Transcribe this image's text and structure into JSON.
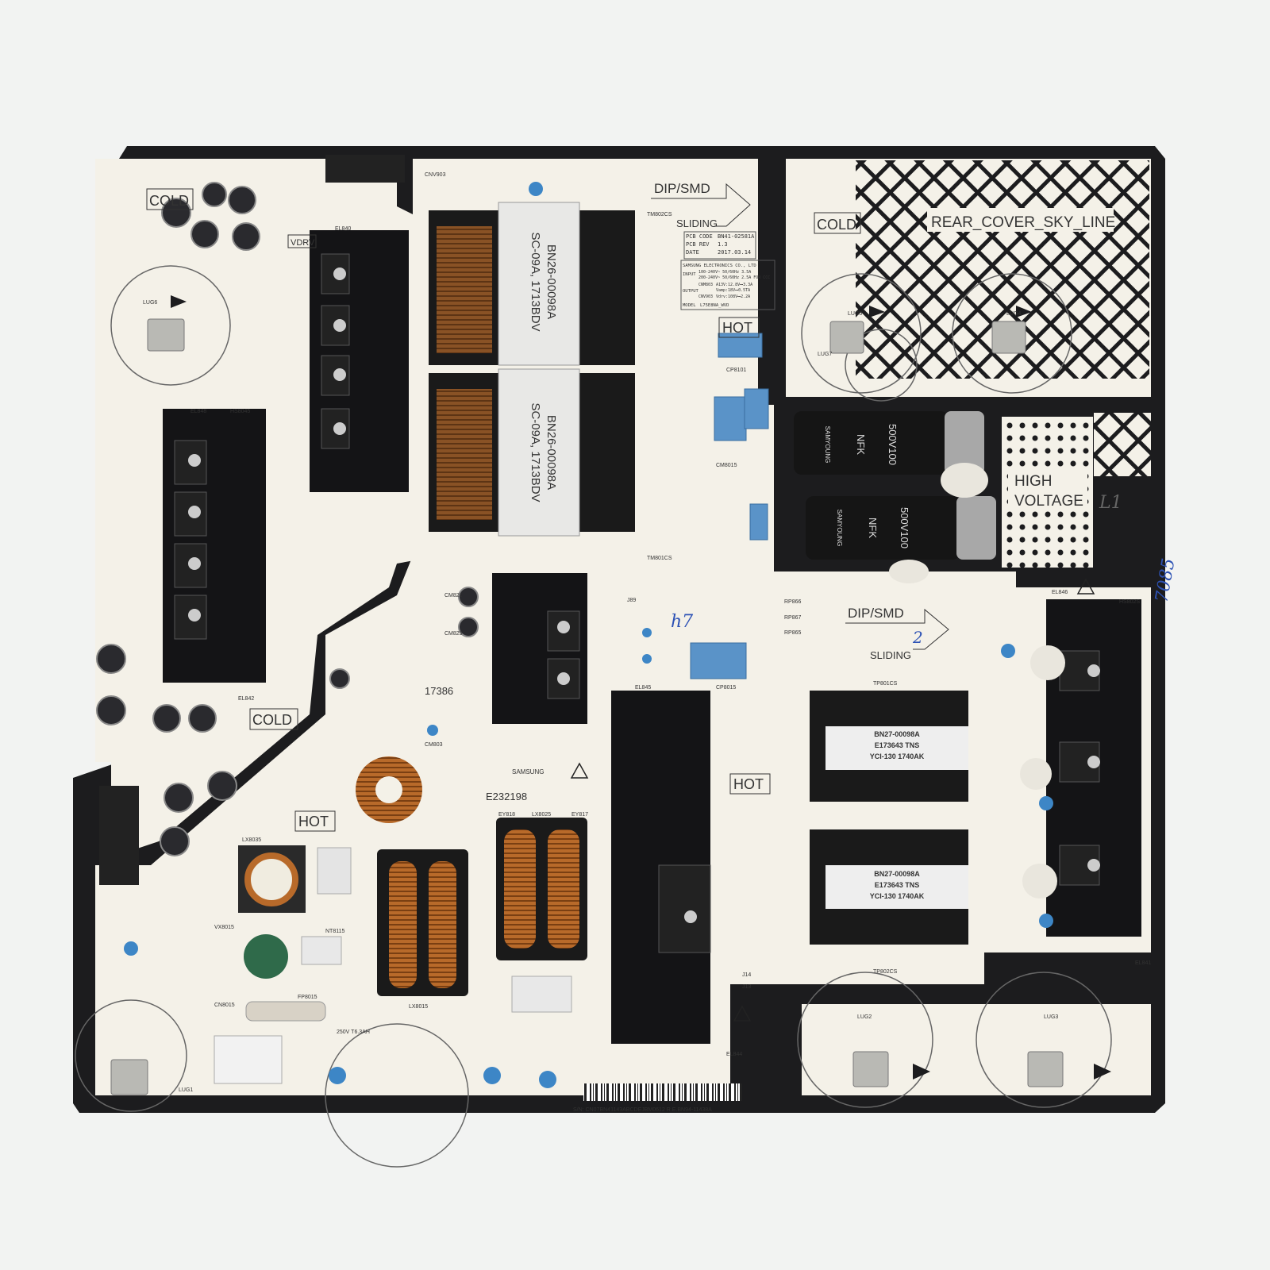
{
  "board": {
    "colors": {
      "background": "#f2f3f2",
      "board_black": "#1c1c1e",
      "silkscreen": "#f4f1e8",
      "copper": "#b86a2a",
      "heatsink": "#141416",
      "transformer": "#e6e6e6",
      "blue_cap": "#3d86c6"
    },
    "labels": {
      "cold_1": "COLD",
      "cold_2": "COLD",
      "cold_3": "COLD",
      "hot_1": "HOT",
      "hot_2": "HOT",
      "hot_3": "HOT",
      "dip_smd_1": "DIP/SMD",
      "sliding_1": "SLIDING",
      "dip_smd_2": "DIP/SMD",
      "sliding_2": "SLIDING",
      "rear_cover": "REAR_COVER_SKY_LINE",
      "high_voltage_1": "HIGH",
      "high_voltage_2": "VOLTAGE",
      "vdrv": "VDRV",
      "ul_number": "E232198",
      "date_code": "17386",
      "lug_labels": [
        "LUG6",
        "LUG5",
        "LUG4",
        "LUG7",
        "LUG2",
        "LUG3",
        "LUG1"
      ],
      "component_refs": [
        "CNV903",
        "EL840",
        "EL848",
        "HS8045",
        "TM802CS",
        "TM801CS",
        "CP8101",
        "CM8015",
        "RP866",
        "RP867",
        "RP865",
        "CP8015",
        "TP801CS",
        "TP802CS",
        "HS802S",
        "EL846",
        "EL845",
        "EL844",
        "EL841",
        "EL842",
        "LX8025",
        "LX8015",
        "LX8035",
        "NT8115",
        "VX8015",
        "FP8015",
        "CN8015",
        "CM803",
        "CM821",
        "CM829",
        "EY818",
        "EY817",
        "J89",
        "J14",
        "J13"
      ]
    },
    "info_table": {
      "pcb_code_label": "PCB CODE",
      "pcb_code": "BN41-02581A",
      "pcb_rev_label": "PCB REV",
      "pcb_rev": "1.3",
      "date_label": "DATE",
      "date": "2017.03.14",
      "maker": "SAMSUNG ELECTRONICS CO., LTD",
      "input_label": "INPUT",
      "input_1": "100-240V~ 50/60Hz 3.5A",
      "input_2": "200-240V~ 50/60Hz 2.5A FOR CCC",
      "output_label": "OUTPUT",
      "out_1_conn": "CNM803",
      "out_1": "A13V:12.8V⎓3.3A",
      "out_2": "Vamp:18V⎓0.5TA",
      "out_3_conn": "CNV903",
      "out_3": "Vdrv:108V⎓2.2A",
      "model_label": "MODEL",
      "model": "L75E8NA_WVD"
    },
    "transformers": {
      "main_1": [
        "BN26-00098A",
        "SC-09A, 1713BDV"
      ],
      "main_2": [
        "BN26-00098A",
        "SC-09A, 1713BDV"
      ],
      "sub_1": [
        "BN27-00098A",
        "E173643 TNS",
        "YCI-130 1740AK"
      ],
      "sub_2": [
        "BN27-00098A",
        "E173643 TNS",
        "YCI-130 1740AK"
      ]
    },
    "capacitors": {
      "big_cap_text": [
        "NFK",
        "500V100",
        "SAMYOUNG"
      ]
    },
    "handwriting": {
      "number": "7085",
      "mark_1": "L1",
      "mark_2": "2",
      "mark_3": "h7"
    },
    "barcode_text": "S/N: CN07BN41143ABCDEJBM0612 R.E.BN94-11438A",
    "samsung_logo": "SAMSUNG",
    "fuse_label": "250V T6.3AH"
  }
}
